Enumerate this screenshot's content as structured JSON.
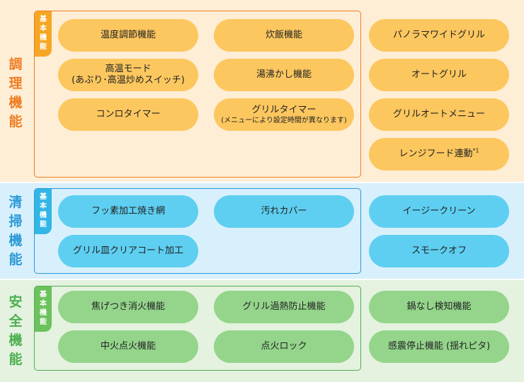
{
  "basic_tag": [
    "基",
    "本",
    "機",
    "能"
  ],
  "sections": {
    "cooking": {
      "title": [
        "調",
        "理",
        "機",
        "能"
      ],
      "color": "#ee7d22",
      "basic": {
        "col1": [
          "温度調節機能",
          "高温モード",
          "(あぶり･高温炒めスイッチ)",
          "コンロタイマー"
        ],
        "col2": [
          "炊飯機能",
          "湯沸かし機能",
          "グリルタイマー",
          "(メニューにより設定時間が異なります)"
        ]
      },
      "extra": [
        "パノラマワイドグリル",
        "オートグリル",
        "グリルオートメニュー",
        "レンジフード連動",
        "*1"
      ]
    },
    "cleaning": {
      "title": [
        "清",
        "掃",
        "機",
        "能"
      ],
      "color": "#2b9ad8",
      "basic": {
        "col1": [
          "フッ素加工焼き網",
          "グリル皿クリアコート加工"
        ],
        "col2": [
          "汚れカバー"
        ]
      },
      "extra": [
        "イージークリーン",
        "スモークオフ"
      ]
    },
    "safety": {
      "title": [
        "安",
        "全",
        "機",
        "能"
      ],
      "color": "#4caf50",
      "basic": {
        "col1": [
          "焦げつき消火機能",
          "中火点火機能"
        ],
        "col2": [
          "グリル過熱防止機能",
          "点火ロック"
        ]
      },
      "extra": [
        "鍋なし検知機能",
        "感震停止機能 (揺れピタ)"
      ]
    }
  }
}
